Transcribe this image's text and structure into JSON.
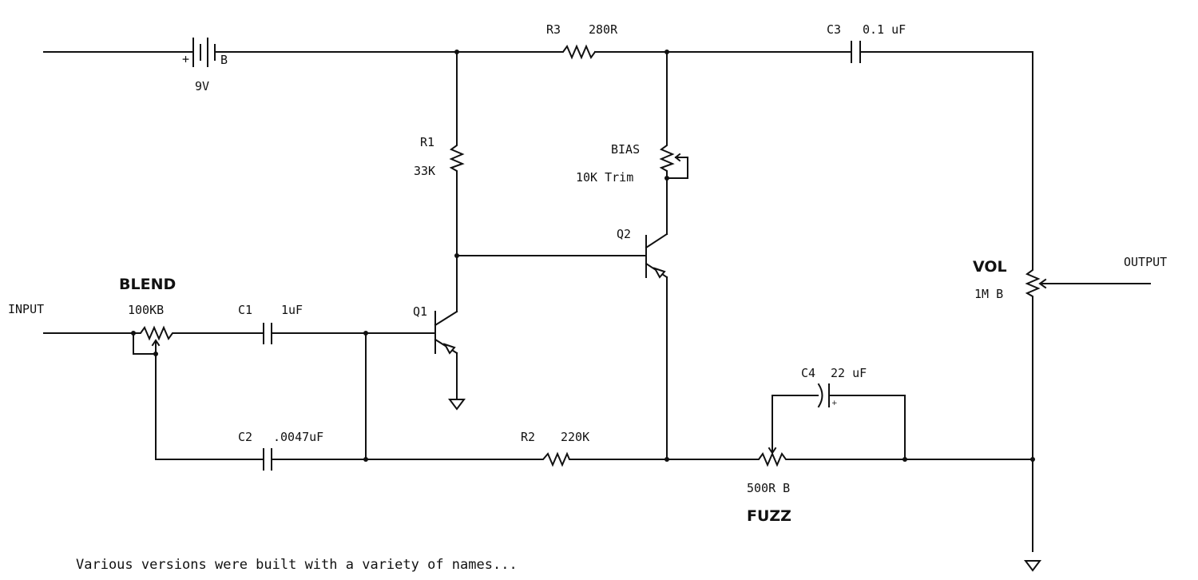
{
  "title": "Fuzz pedal schematic",
  "battery": {
    "label": "9V",
    "plus": "+",
    "tag": "B"
  },
  "resistors": {
    "r1": {
      "ref": "R1",
      "value": "33K"
    },
    "r2": {
      "ref": "R2",
      "value": "220K"
    },
    "r3": {
      "ref": "R3",
      "value": "280R"
    }
  },
  "capacitors": {
    "c1": {
      "ref": "C1",
      "value": "1uF"
    },
    "c2": {
      "ref": "C2",
      "value": ".0047uF"
    },
    "c3": {
      "ref": "C3",
      "value": "0.1 uF"
    },
    "c4": {
      "ref": "C4",
      "value": "22 uF",
      "polarity": "+"
    }
  },
  "pots": {
    "blend": {
      "name": "BLEND",
      "value": "100KB"
    },
    "bias": {
      "name": "BIAS",
      "value": "10K Trim"
    },
    "vol": {
      "name": "VOL",
      "value": "1M B"
    },
    "fuzz": {
      "name": "FUZZ",
      "value": "500R B"
    }
  },
  "transistors": {
    "q1": "Q1",
    "q2": "Q2"
  },
  "io": {
    "input": "INPUT",
    "output": "OUTPUT"
  },
  "footnote": "Various versions were built with a variety of names..."
}
